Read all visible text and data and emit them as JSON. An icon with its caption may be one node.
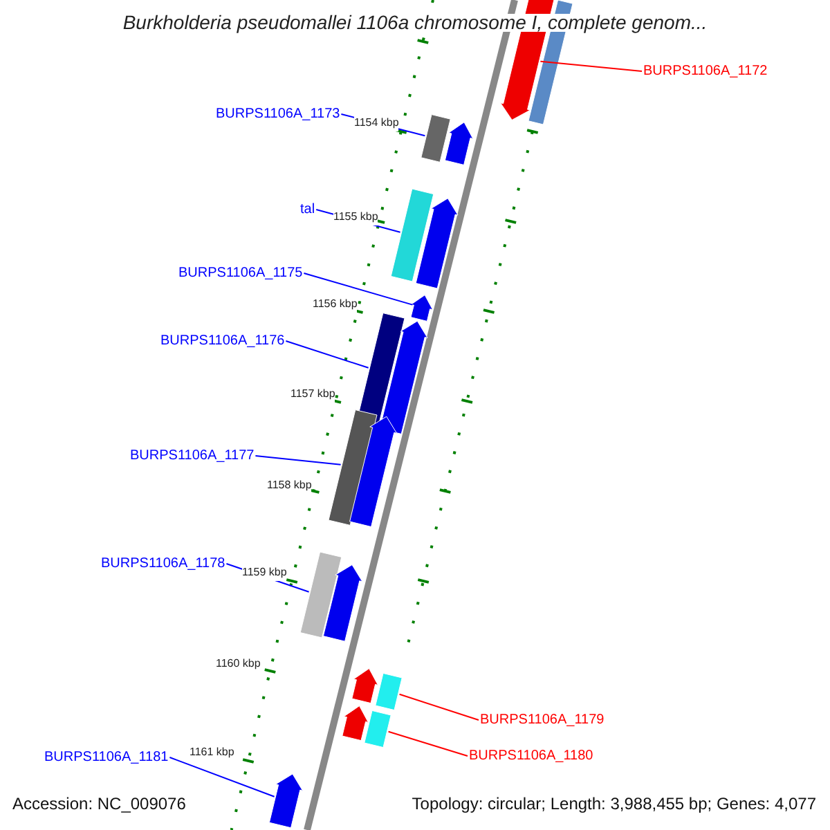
{
  "diagram": {
    "title": "Burkholderia pseudomallei 1106a chromosome I, complete genom...",
    "nodes": [
      {
        "text": [
          "BURPS1106A_1172"
        ]
      },
      {
        "text": [
          "BURPS1106A_1173"
        ]
      },
      {
        "text": [
          "tal"
        ]
      },
      {
        "text": [
          "BURPS1106A_1175"
        ]
      },
      {
        "text": [
          "BURPS1106A_1176"
        ]
      },
      {
        "text": [
          "BURPS1106A_1177"
        ]
      },
      {
        "text": [
          "BURPS1106A_1178"
        ]
      },
      {
        "text": [
          "BURPS1106A_1179"
        ]
      },
      {
        "text": [
          "BURPS1106A_1180"
        ]
      },
      {
        "text": [
          "BURPS1106A_1181"
        ]
      },
      {
        "text": [],
        "shape": "arrow"
      },
      {
        "text": [],
        "shape": "box"
      },
      {
        "text": [],
        "shape": "box"
      },
      {
        "text": [],
        "shape": "arrow"
      },
      {
        "text": [],
        "shape": "box"
      },
      {
        "text": [],
        "shape": "arrow"
      },
      {
        "text": [],
        "shape": "arrow"
      },
      {
        "text": [],
        "shape": "box"
      },
      {
        "text": [],
        "shape": "arrow"
      },
      {
        "text": [],
        "shape": "box"
      },
      {
        "text": [],
        "shape": "arrow"
      },
      {
        "text": [],
        "shape": "box"
      },
      {
        "text": [],
        "shape": "arrow"
      },
      {
        "text": [],
        "shape": "arrow"
      },
      {
        "text": [],
        "shape": "box"
      },
      {
        "text": [],
        "shape": "arrow"
      },
      {
        "text": [],
        "shape": "box"
      },
      {
        "text": [],
        "shape": "arrow"
      }
    ],
    "edges": [
      {
        "from": 0,
        "to": 10,
        "arrow": "none",
        "color": "#ff0000"
      },
      {
        "from": 1,
        "to": 12,
        "arrow": "none"
      },
      {
        "from": 2,
        "to": 14,
        "arrow": "none"
      },
      {
        "from": 3,
        "to": 16,
        "arrow": "none"
      },
      {
        "from": 4,
        "to": 17,
        "arrow": "none"
      },
      {
        "from": 5,
        "to": 19,
        "arrow": "none"
      },
      {
        "from": 6,
        "to": 21,
        "arrow": "none"
      },
      {
        "from": 7,
        "to": 24,
        "arrow": "none",
        "color": "#ff0000"
      },
      {
        "from": 8,
        "to": 26,
        "arrow": "none",
        "color": "#ff0000"
      },
      {
        "from": 9,
        "to": 27,
        "arrow": "none"
      }
    ],
    "labels": [
      "1154 kbp",
      "1155 kbp",
      "1156 kbp",
      "1157 kbp",
      "1158 kbp",
      "1159 kbp",
      "1160 kbp",
      "1161 kbp",
      "Accession: NC_009076",
      "Topology: circular; Length: 3,988,455 bp; Genes: 4,077"
    ]
  }
}
